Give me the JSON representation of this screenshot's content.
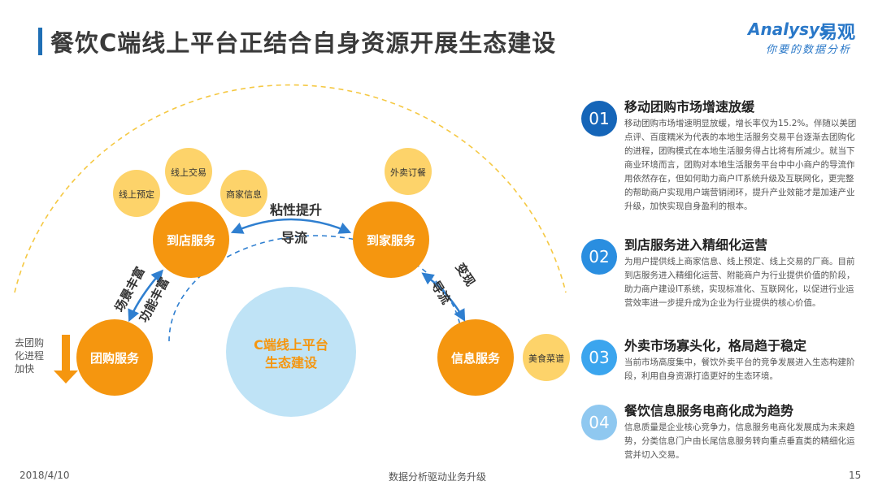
{
  "header": {
    "title": "餐饮C端线上平台正结合自身资源开展生态建设",
    "logo_en": "Analysys",
    "logo_cn": "易观",
    "logo_slogan": "你要的数据分析"
  },
  "diagram": {
    "center": "C端线上平台\n生态建设",
    "nodes": {
      "daodian": "到店服务",
      "daojia": "到家服务",
      "tuangou": "团购服务",
      "xinxi": "信息服务"
    },
    "satellites": {
      "online_booking": "线上预定",
      "online_trade": "线上交易",
      "merchant_info": "商家信息",
      "takeout_order": "外卖订餐",
      "food_menu": "美食菜谱"
    },
    "arrows": {
      "top_upper": "粘性提升",
      "top_lower": "导流",
      "left_outer": "场景丰富",
      "left_inner": "功能丰富",
      "right_outer": "变现",
      "right_inner": "导流",
      "down_label": "去团购\n化进程\n加快"
    }
  },
  "items": [
    {
      "num": "01",
      "title": "移动团购市场增速放缓",
      "body": "移动团购市场增速明显放缓，增长率仅为15.2%。伴随以美团点评、百度糯米为代表的本地生活服务交易平台逐渐去团购化的进程，团购模式在本地生活服务得占比将有所减少。就当下商业环境而言，团购对本地生活服务平台中中小商户的导流作用依然存在，但如何助力商户IT系统升级及互联网化，更完整的帮助商户实现用户端营销闭环，提升产业效能才是加速产业升级，加快实现自身盈利的根本。"
    },
    {
      "num": "02",
      "title": "到店服务进入精细化运营",
      "body": "为用户提供线上商家信息、线上预定、线上交易的厂商。目前到店服务进入精细化运营、附能商户为行业提供价值的阶段，助力商户建设IT系统，实现标准化、互联网化，以促进行业运营效率进一步提升成为企业为行业提供的核心价值。"
    },
    {
      "num": "03",
      "title": "外卖市场寡头化，格局趋于稳定",
      "body": "当前市场高度集中，餐饮外卖平台的竞争发展进入生态构建阶段，利用自身资源打造更好的生态环境。"
    },
    {
      "num": "04",
      "title": "餐饮信息服务电商化成为趋势",
      "body": "信息质量是企业核心竞争力，信息服务电商化发展成为未来趋势，分类信息门户由长尾信息服务转向重点垂直类的精细化运营并切入交易。"
    }
  ],
  "colors": {
    "orange": "#f5960f",
    "yellow_light": "#fdd36a",
    "center_blue": "#bfe3f6",
    "num_blue_dark": "#1565b8",
    "num_blue_mid": "#2a8ee0",
    "num_blue_light": "#8fc8f0",
    "title_bar": "#1f6fb5",
    "center_text": "#f5960f",
    "arrow_blue": "#2f7fd0",
    "down_arrow": "#f5960f"
  },
  "footer": {
    "date": "2018/4/10",
    "center": "数据分析驱动业务升级",
    "page": "15"
  }
}
